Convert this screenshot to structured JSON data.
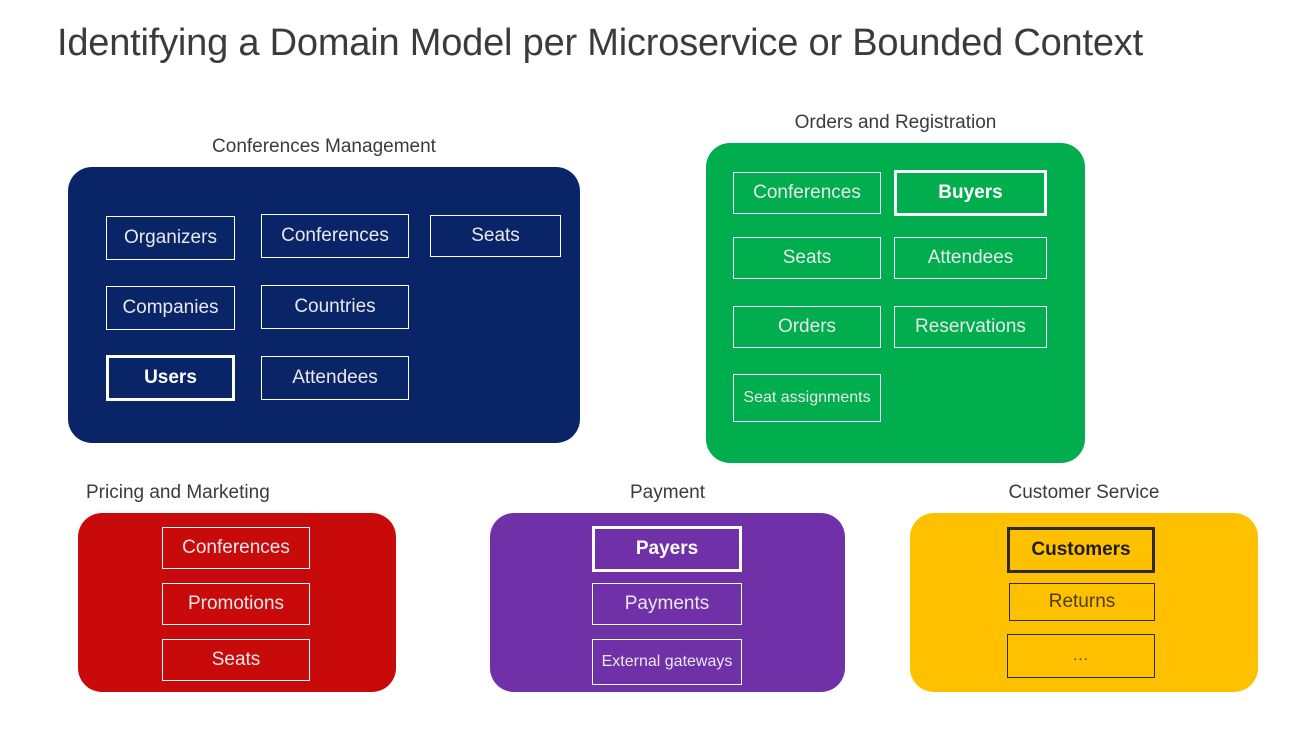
{
  "slide": {
    "title": "Identifying a Domain Model per Microservice or Bounded Context",
    "title_color": "#3b3b3b",
    "background": "#ffffff"
  },
  "palette": {
    "navy": "#0a2468",
    "green": "#00ae4d",
    "red": "#c90a0a",
    "purple": "#7030a8",
    "amber": "#ffc000",
    "box_border_light": "#ffffff",
    "box_border_dark": "#2b2b2b",
    "box_text_light": "#e8e8ec",
    "box_text_dark": "#4a3f1c"
  },
  "contexts": [
    {
      "id": "conferences-management",
      "caption": "Conferences Management",
      "color": "#0a2468",
      "border_style": "light",
      "entities": [
        {
          "label": "Organizers",
          "aggregate_root": false
        },
        {
          "label": "Conferences",
          "aggregate_root": false
        },
        {
          "label": "Seats",
          "aggregate_root": false
        },
        {
          "label": "Companies",
          "aggregate_root": false
        },
        {
          "label": "Countries",
          "aggregate_root": false
        },
        {
          "label": "Users",
          "aggregate_root": true
        },
        {
          "label": "Attendees",
          "aggregate_root": false
        }
      ]
    },
    {
      "id": "orders-and-registration",
      "caption": "Orders and Registration",
      "color": "#00ae4d",
      "border_style": "light",
      "entities": [
        {
          "label": "Conferences",
          "aggregate_root": false
        },
        {
          "label": "Buyers",
          "aggregate_root": true
        },
        {
          "label": "Seats",
          "aggregate_root": false
        },
        {
          "label": "Attendees",
          "aggregate_root": false
        },
        {
          "label": "Orders",
          "aggregate_root": false
        },
        {
          "label": "Reservations",
          "aggregate_root": false
        },
        {
          "label": "Seat assignments",
          "aggregate_root": false
        }
      ]
    },
    {
      "id": "pricing-and-marketing",
      "caption": "Pricing and Marketing",
      "color": "#c90a0a",
      "border_style": "light",
      "entities": [
        {
          "label": "Conferences",
          "aggregate_root": false
        },
        {
          "label": "Promotions",
          "aggregate_root": false
        },
        {
          "label": "Seats",
          "aggregate_root": false
        }
      ]
    },
    {
      "id": "payment",
      "caption": "Payment",
      "color": "#7030a8",
      "border_style": "light",
      "entities": [
        {
          "label": "Payers",
          "aggregate_root": true
        },
        {
          "label": "Payments",
          "aggregate_root": false
        },
        {
          "label": "External gateways",
          "aggregate_root": false
        }
      ]
    },
    {
      "id": "customer-service",
      "caption": "Customer Service",
      "color": "#ffc000",
      "border_style": "dark",
      "entities": [
        {
          "label": "Customers",
          "aggregate_root": true
        },
        {
          "label": "Returns",
          "aggregate_root": false
        },
        {
          "label": "...",
          "aggregate_root": false
        }
      ]
    }
  ]
}
